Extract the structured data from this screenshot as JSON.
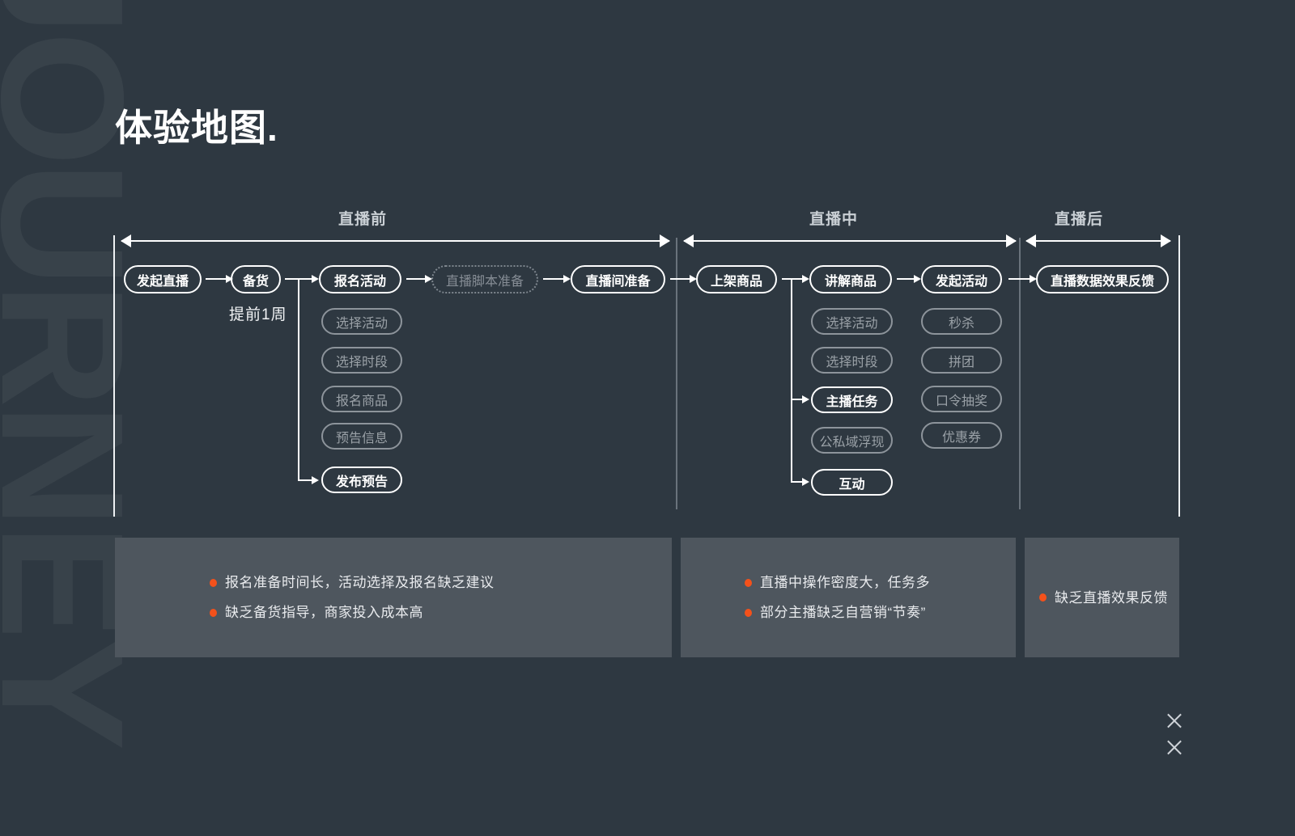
{
  "slide": {
    "title": "体验地图.",
    "watermark": "JOURNEY"
  },
  "phases": [
    {
      "label": "直播前"
    },
    {
      "label": "直播中"
    },
    {
      "label": "直播后"
    }
  ],
  "flow": {
    "main": [
      {
        "id": "n1",
        "label": "发起直播",
        "state": "active"
      },
      {
        "id": "n2",
        "label": "备货",
        "state": "active"
      },
      {
        "id": "n3",
        "label": "报名活动",
        "state": "active"
      },
      {
        "id": "n4",
        "label": "直播脚本准备",
        "state": "dashed"
      },
      {
        "id": "n5",
        "label": "直播间准备",
        "state": "active"
      },
      {
        "id": "n6",
        "label": "上架商品",
        "state": "active"
      },
      {
        "id": "n7",
        "label": "讲解商品",
        "state": "active"
      },
      {
        "id": "n8",
        "label": "发起活动",
        "state": "active"
      },
      {
        "id": "n9",
        "label": "直播数据效果反馈",
        "state": "active"
      }
    ],
    "note": "提前1周",
    "columns": [
      {
        "id": "colA",
        "items": [
          {
            "label": "选择活动",
            "state": "inactive"
          },
          {
            "label": "选择时段",
            "state": "inactive"
          },
          {
            "label": "报名商品",
            "state": "inactive"
          },
          {
            "label": "预告信息",
            "state": "inactive"
          },
          {
            "label": "发布预告",
            "state": "active"
          }
        ]
      },
      {
        "id": "colB",
        "items": [
          {
            "label": "选择活动",
            "state": "inactive"
          },
          {
            "label": "选择时段",
            "state": "inactive"
          },
          {
            "label": "主播任务",
            "state": "active"
          },
          {
            "label": "公私域浮现",
            "state": "inactive"
          },
          {
            "label": "互动",
            "state": "active"
          }
        ]
      },
      {
        "id": "colC",
        "items": [
          {
            "label": "秒杀",
            "state": "inactive"
          },
          {
            "label": "拼团",
            "state": "inactive"
          },
          {
            "label": "口令抽奖",
            "state": "inactive"
          },
          {
            "label": "优惠券",
            "state": "inactive"
          }
        ]
      }
    ]
  },
  "pain_points": [
    {
      "items": [
        "报名准备时间长，活动选择及报名缺乏建议",
        "缺乏备货指导，商家投入成本高"
      ]
    },
    {
      "items": [
        "直播中操作密度大，任务多",
        "部分主播缺乏自营销“节奏”"
      ]
    },
    {
      "items": [
        "缺乏直播效果反馈"
      ]
    }
  ],
  "colors": {
    "background": "#2E3841",
    "panel": "#4E565E",
    "accent": "#F4511B",
    "active_stroke": "#FFFFFF",
    "inactive_stroke": "#8D949B",
    "divider": "#6A737C"
  }
}
